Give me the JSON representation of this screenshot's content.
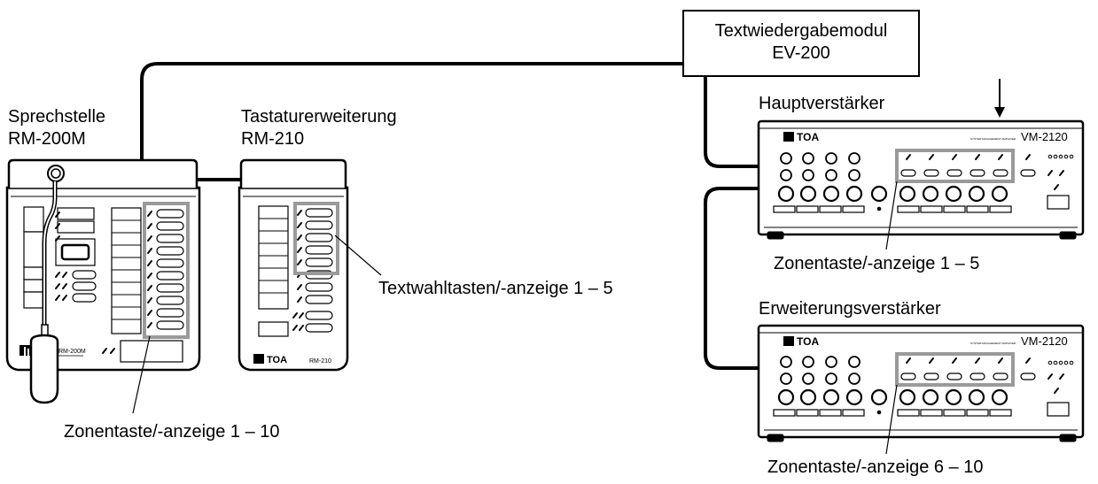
{
  "labels": {
    "speech_station": [
      "Sprechstelle",
      "RM-200M"
    ],
    "keypad_ext": [
      "Tastaturerweiterung",
      "RM-210"
    ],
    "main_amp": "Hauptverstärker",
    "ext_amp": "Erweiterungsverstärker",
    "text_module": [
      "Textwiedergabemodul",
      "EV-200"
    ],
    "callouts": {
      "text_keys": "Textwahltasten/-anzeige 1 – 5",
      "zone_station": "Zonentaste/-anzeige 1 – 10",
      "zone_main": "Zonentaste/-anzeige 1 – 5",
      "zone_ext": "Zonentaste/-anzeige 6 – 10"
    }
  },
  "device_text": {
    "brand": "TOA",
    "rm200m_model": "RM-200M",
    "rm210_model": "RM-210",
    "amp_model": "VM-2120",
    "amp_subtitle": "SYSTEM MANAGEMENT AMPLIFIER"
  },
  "colors": {
    "line": "#000000",
    "highlight": "#9a9a9a",
    "device_fill": "#ffffff"
  }
}
